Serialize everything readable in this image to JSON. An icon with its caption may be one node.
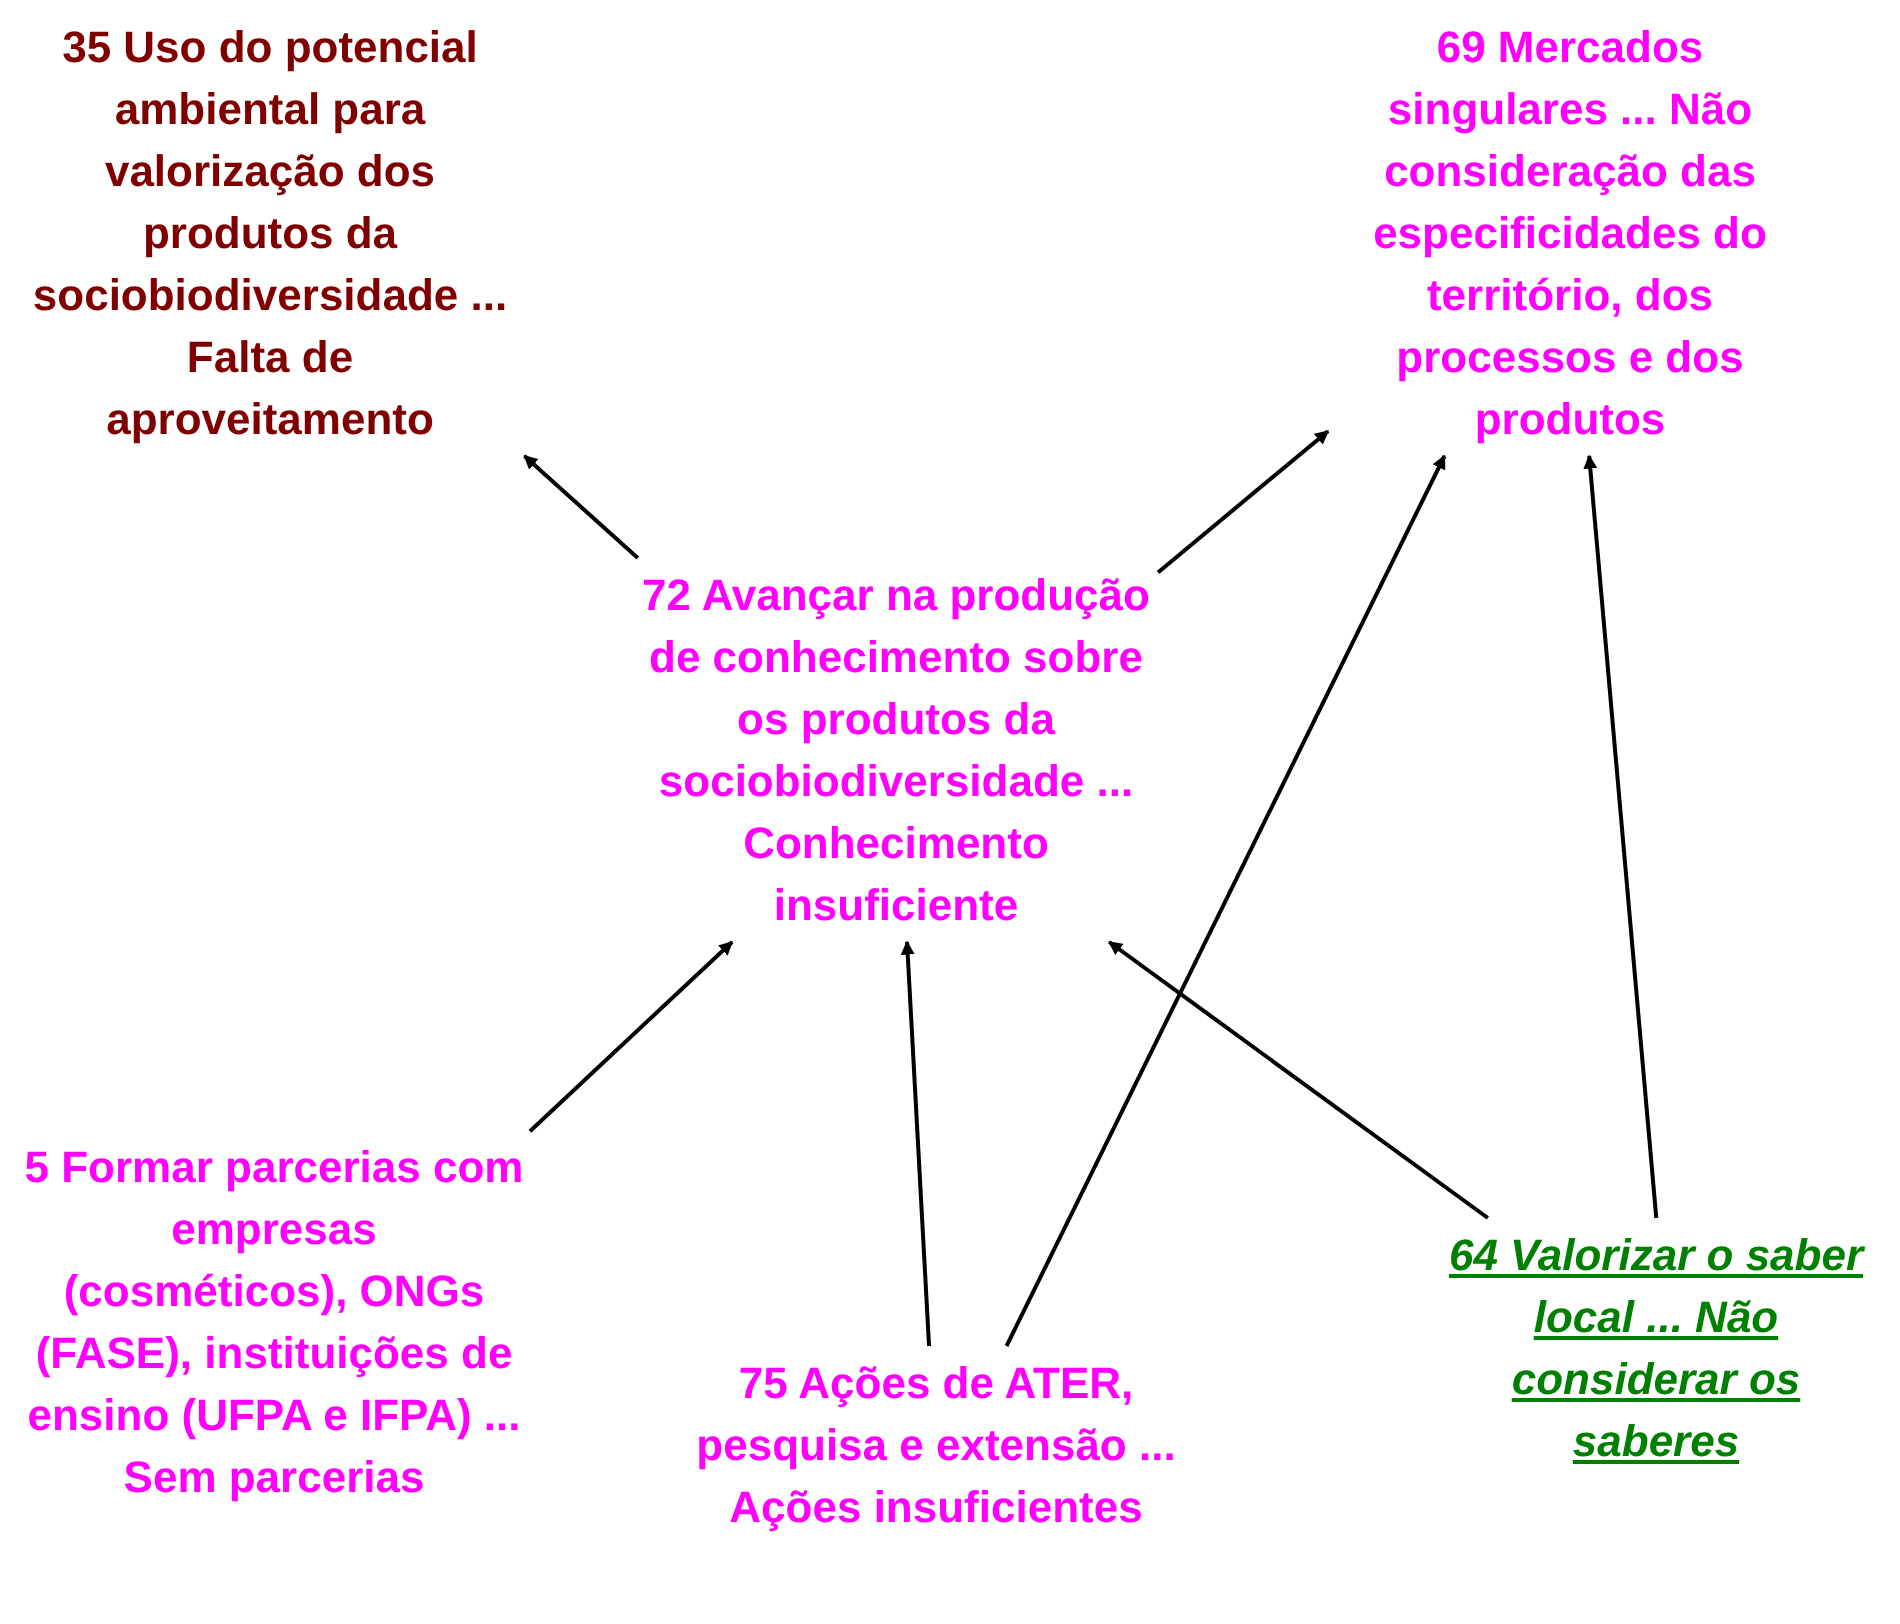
{
  "diagram": {
    "nodes": [
      {
        "text": [
          "35 Uso do potencial ambiental para valorização dos produtos da sociobiodiversidade ... Falta de aproveitamento"
        ]
      },
      {
        "text": [
          "69 Mercados singulares ... Não consideração das especificidades do território, dos processos e dos produtos"
        ]
      },
      {
        "text": [
          "72 Avançar na produção de conhecimento sobre os produtos da sociobiodiversidade ... Conhecimento insuficiente"
        ]
      },
      {
        "text": [
          "5 Formar parcerias com empresas (cosméticos), ONGs (FASE), instituições de ensino (UFPA e IFPA) ... Sem parcerias"
        ]
      },
      {
        "text": [
          "75 Ações de ATER, pesquisa e extensão ... Ações insuficientes"
        ]
      },
      {
        "text": [
          "64 Valorizar o saber local ... Não considerar os saberes"
        ]
      }
    ],
    "edges": [
      {
        "from": 2,
        "to": 0,
        "arrow": "to"
      },
      {
        "from": 2,
        "to": 1,
        "arrow": "to"
      },
      {
        "from": 3,
        "to": 2,
        "arrow": "to"
      },
      {
        "from": 4,
        "to": 2,
        "arrow": "to"
      },
      {
        "from": 4,
        "to": 1,
        "arrow": "to"
      },
      {
        "from": 5,
        "to": 2,
        "arrow": "to"
      },
      {
        "from": 5,
        "to": 1,
        "arrow": "to"
      }
    ]
  }
}
